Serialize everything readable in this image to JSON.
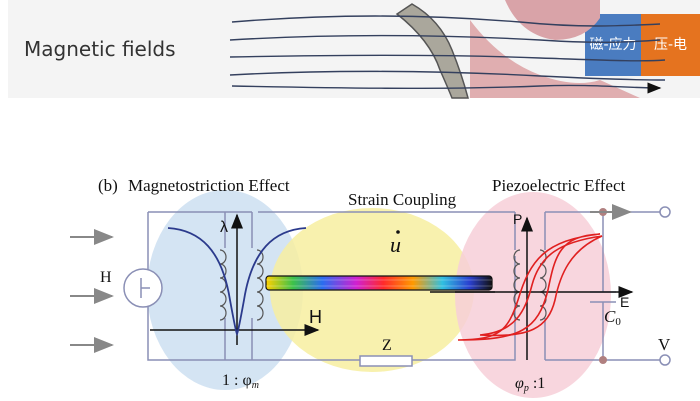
{
  "banner": {
    "label": "Magnetic fields",
    "badge_left": "磁-应力",
    "badge_right": "压-电",
    "colors": {
      "background": "#f4f4f4",
      "badge_blue": "#4a7cc0",
      "badge_orange": "#e5731f"
    }
  },
  "diagram": {
    "panel_label": "(b)",
    "sections": {
      "magnetostriction": "Magnetostriction  Effect",
      "strain_coupling": "Strain Coupling",
      "piezoelectric": "Piezoelectric Effect"
    },
    "symbols": {
      "lambda": "λ",
      "H_axis": "H",
      "H_source": "H",
      "u_dot": "u",
      "Z": "Z",
      "P": "P",
      "E": "E",
      "C0": "C",
      "C0_sub": "0",
      "V": "V"
    },
    "ratios": {
      "magnetic": "1 : φ",
      "magnetic_sub": "m",
      "piezo": "φ",
      "piezo_sub": "p",
      "piezo_tail": " :1"
    },
    "colors": {
      "magneto_region": "#cfe1f2",
      "strain_region": "#f7efa0",
      "piezo_region": "#f7cfd8",
      "magneto_curve": "#2b3a8c",
      "hysteresis": "#e02020",
      "wires": "#8a8fb5"
    }
  }
}
